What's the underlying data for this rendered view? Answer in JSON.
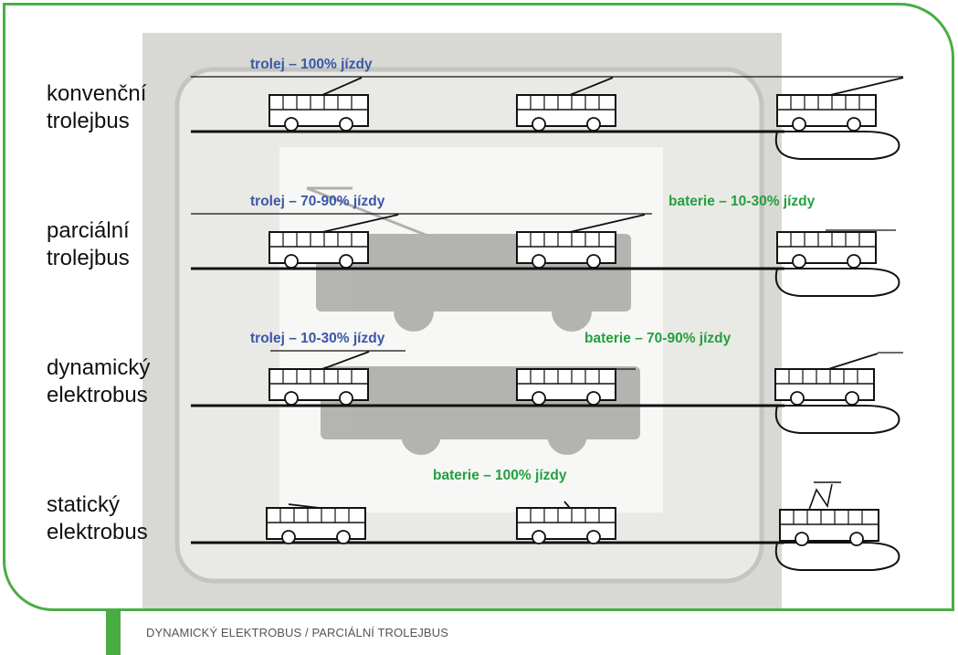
{
  "footer": {
    "caption": "DYNAMICKÝ ELEKTROBUS / PARCIÁLNÍ TROLEJBUS"
  },
  "rows": [
    {
      "label_line1": "konvenční",
      "label_line2": "trolejbus",
      "annotations": [
        {
          "text": "trolej – 100% jízdy",
          "color": "blue"
        }
      ]
    },
    {
      "label_line1": "parciální",
      "label_line2": "trolejbus",
      "annotations": [
        {
          "text": "trolej – 70-90% jízdy",
          "color": "blue"
        },
        {
          "text": "baterie – 10-30% jízdy",
          "color": "green"
        }
      ]
    },
    {
      "label_line1": "dynamický",
      "label_line2": "elektrobus",
      "annotations": [
        {
          "text": "trolej – 10-30% jízdy",
          "color": "blue"
        },
        {
          "text": "baterie – 70-90% jízdy",
          "color": "green"
        }
      ]
    },
    {
      "label_line1": "statický",
      "label_line2": "elektrobus",
      "annotations": [
        {
          "text": "baterie – 100% jízdy",
          "color": "green"
        }
      ]
    }
  ],
  "colors": {
    "accent_green": "#4aad43",
    "trolley_blue": "#3a57a8",
    "battery_green": "#22a040"
  }
}
